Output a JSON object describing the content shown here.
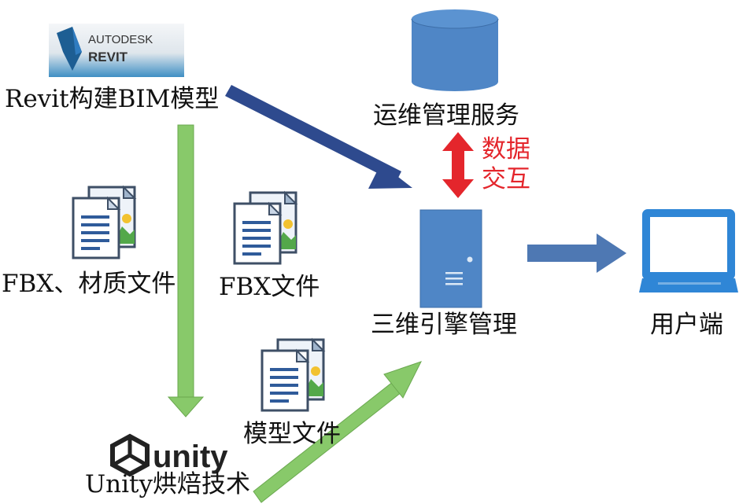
{
  "revit_logo": {
    "brand_line1": "AUTODESK",
    "brand_line2": "REVIT"
  },
  "nodes": {
    "revit_bim": "Revit构建BIM模型",
    "ops_service": "运维管理服务",
    "data_interaction": [
      "数据",
      "交互"
    ],
    "engine": "三维引擎管理",
    "user_client": "用户端",
    "unity_bake": "Unity烘焙技术",
    "unity_logo_text": "unity"
  },
  "files": {
    "fbx_material": "FBX、材质文件",
    "fbx": "FBX文件",
    "model": "模型文件"
  },
  "colors": {
    "dark_arrow": "#2e4a8e",
    "green_arrow": "#88c96a",
    "blue_arrow": "#4e78b3",
    "red_arrow": "#e4262c",
    "db": "#4f86c6",
    "server": "#4f86c6",
    "monitor": "#2f86d6"
  },
  "icons": [
    "document-image-icon",
    "database-icon",
    "server-icon",
    "monitor-icon",
    "unity-icon",
    "revit-logo"
  ]
}
